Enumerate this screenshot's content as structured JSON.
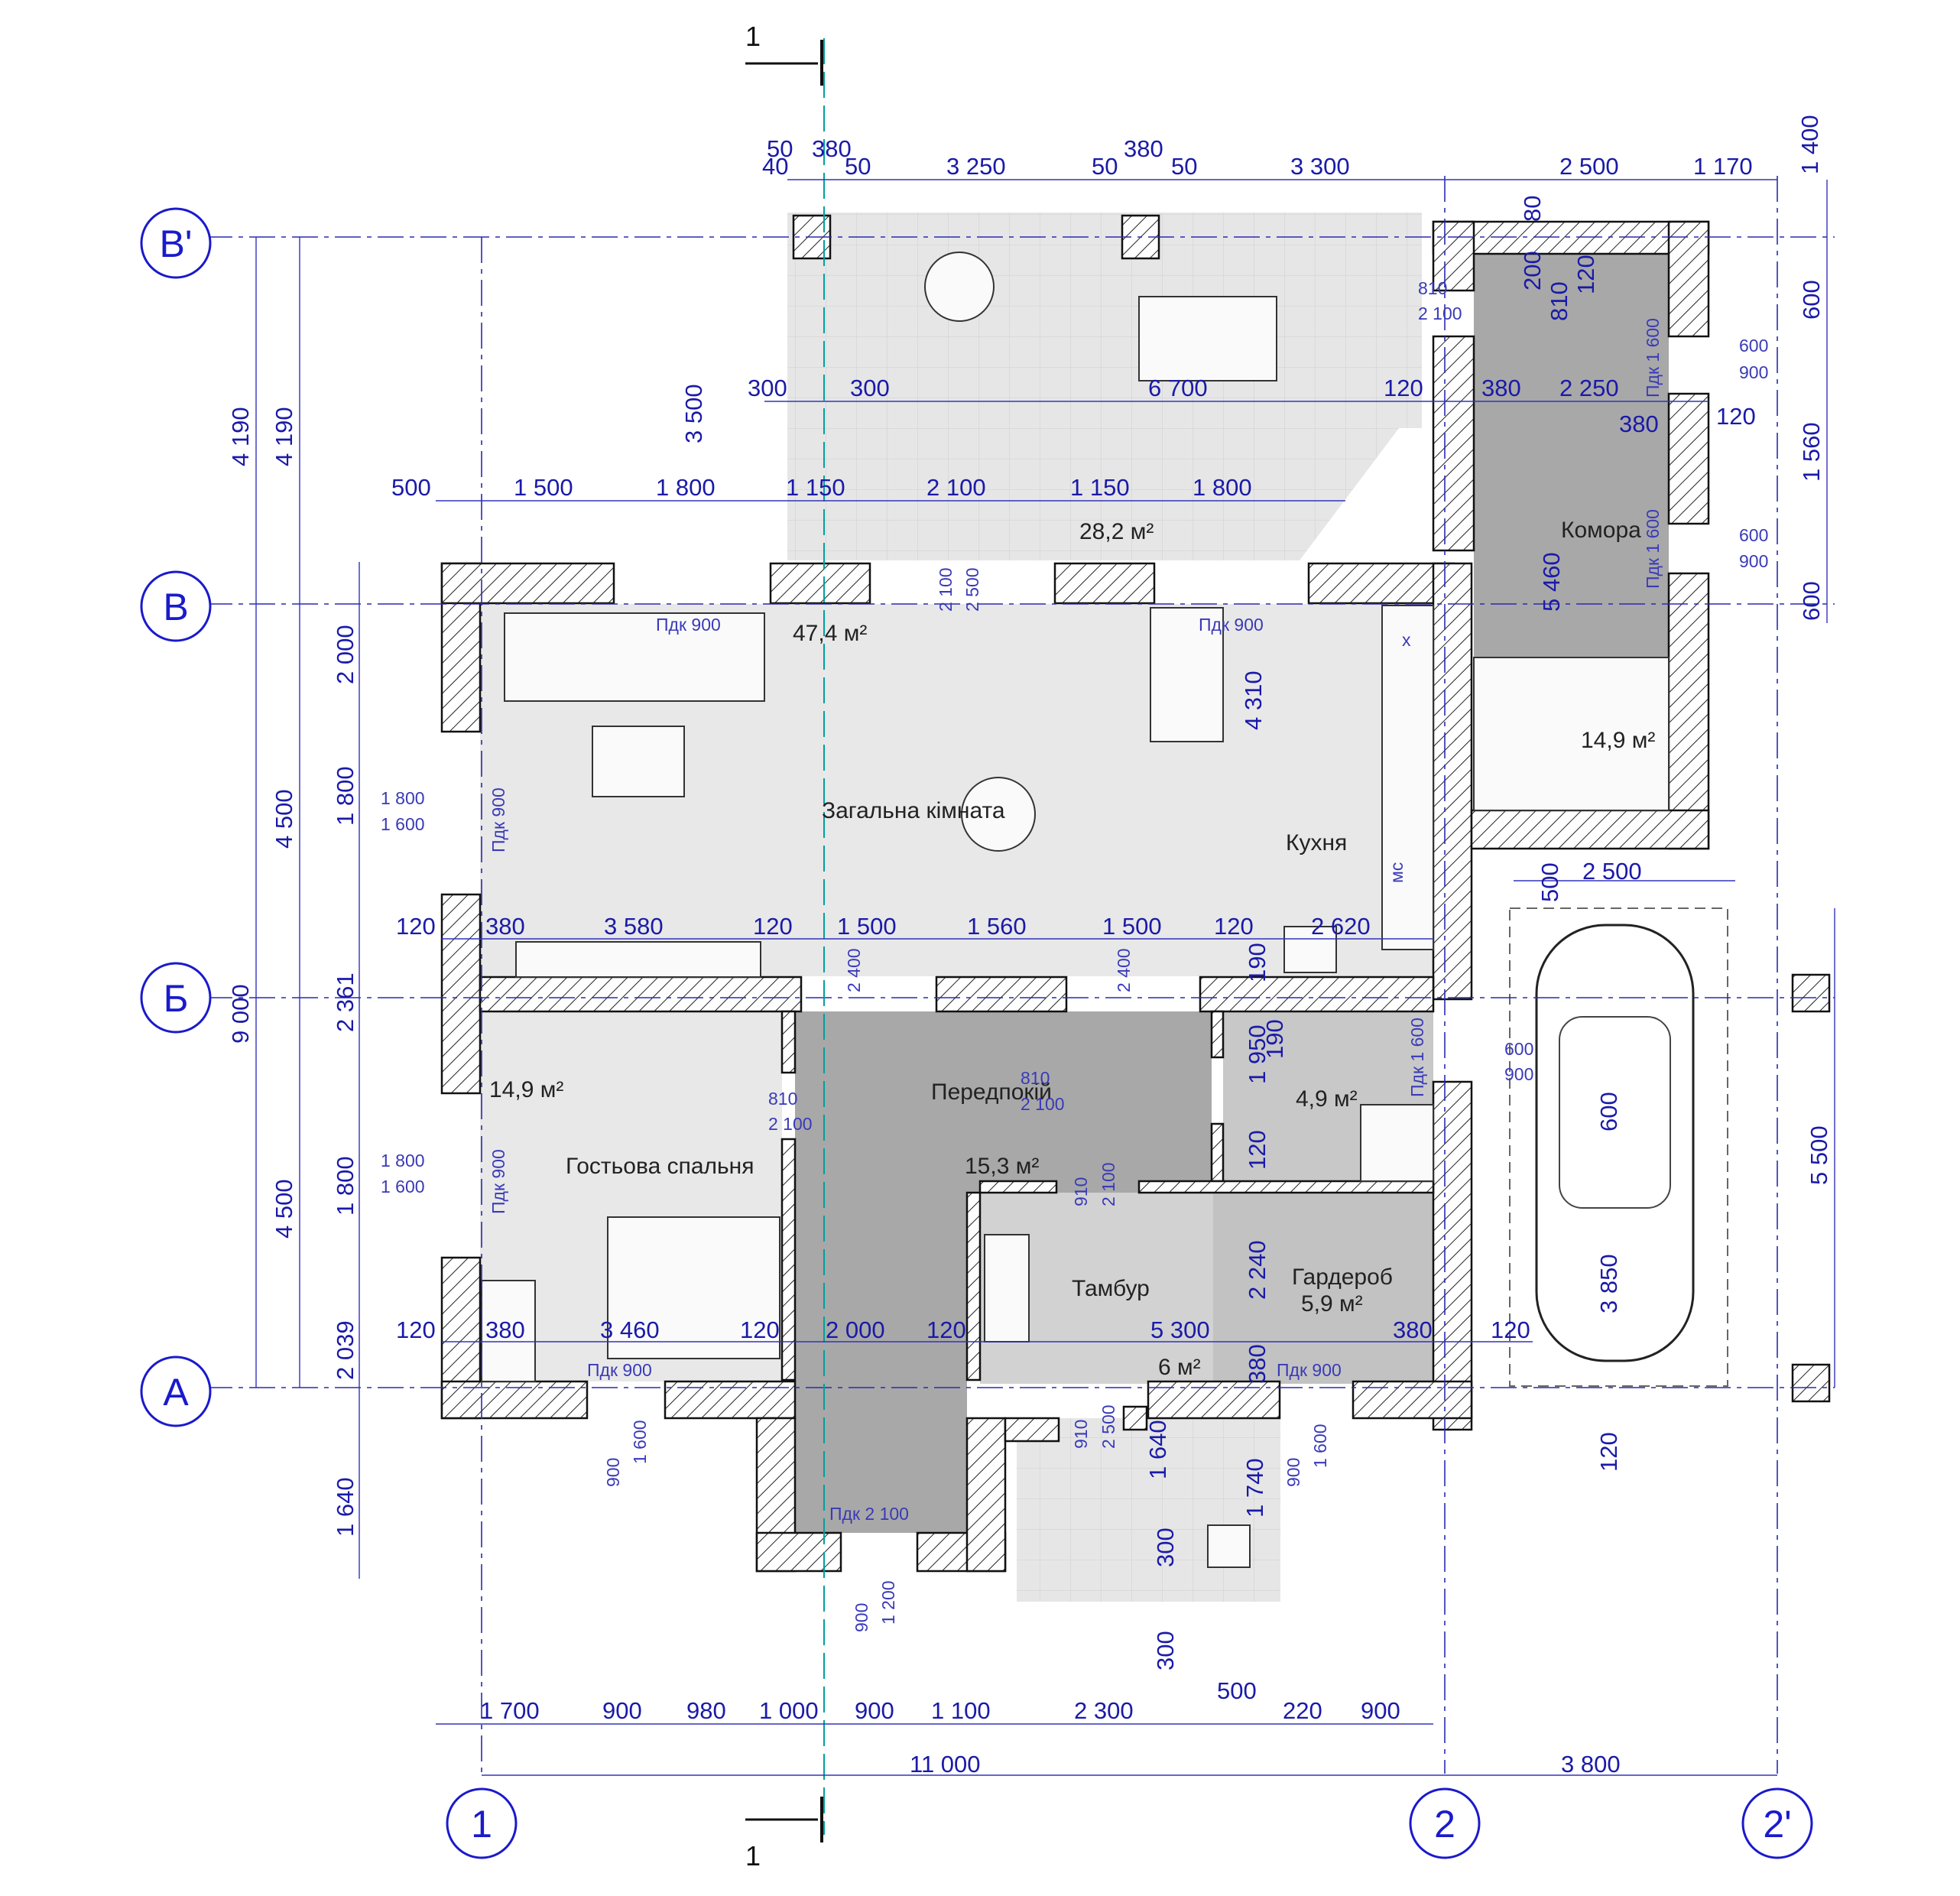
{
  "axes": {
    "rows": [
      "В'",
      "В",
      "Б",
      "А"
    ],
    "cols": [
      "1",
      "2",
      "2'"
    ],
    "section": "1"
  },
  "rooms": {
    "terrace_area": "28,2 м²",
    "living_area": "47,4 м²",
    "living_name": "Загальна кімната",
    "kitchen_name": "Кухня",
    "pantry_name": "Комора",
    "pantry_area": "14,9 м²",
    "guest_area": "14,9 м²",
    "guest_name": "Гостьова спальня",
    "hall_name": "Передпокій",
    "hall_area": "15,3 м²",
    "wc_area": "4,9 м²",
    "vestibule_name": "Тамбур",
    "vestibule_area": "6 м²",
    "wardrobe_name": "Гардероб",
    "wardrobe_area": "5,9 м²"
  },
  "top_dims": {
    "r1": [
      "50",
      "380",
      "380"
    ],
    "r2": [
      "40",
      "50",
      "3 250",
      "50",
      "50",
      "3 300",
      "2 500",
      "1 170",
      "1 400"
    ]
  },
  "terrace_dims": [
    "300",
    "300",
    "6 700",
    "120",
    "380",
    "2 250",
    "120",
    "380",
    "3 500"
  ],
  "row_dims": [
    "500",
    "1 500",
    "1 800",
    "1 150",
    "2 100",
    "1 150",
    "1 800"
  ],
  "interior_dims_1": [
    "120",
    "380",
    "3 580",
    "120",
    "1 500",
    "1 560",
    "1 500",
    "120",
    "2 620"
  ],
  "interior_dims_2": [
    "120",
    "380",
    "3 460",
    "120",
    "2 000",
    "120",
    "5 300",
    "380",
    "120"
  ],
  "bottom_dims": [
    "1 700",
    "900",
    "980",
    "1 000",
    "900",
    "1 100",
    "2 300",
    "500",
    "220",
    "900"
  ],
  "overall": [
    "11 000",
    "3 800"
  ],
  "left_dims": [
    "4 190",
    "4 190",
    "4 500",
    "9 000",
    "4 500",
    "2 000",
    "1 800",
    "2 361",
    "1 800",
    "2 039",
    "1 640"
  ],
  "right_dims": [
    "1 400",
    "600",
    "1 560",
    "600",
    "5 500"
  ],
  "opening_labels": [
    "810",
    "2 100",
    "1 800",
    "1 600",
    "Пдк 900",
    "2 100",
    "2 500",
    "600",
    "900",
    "Пдк 1 600",
    "200",
    "810",
    "120",
    "80",
    "4 310",
    "190",
    "190",
    "1 950",
    "120",
    "2 240",
    "380",
    "910",
    "2 500",
    "1 640",
    "1 740",
    "900",
    "1 600",
    "Пдк 2 100",
    "1 200",
    "300",
    "600",
    "3 850",
    "500",
    "2 500",
    "5 460",
    "120",
    "2 400",
    "мс",
    "х"
  ]
}
